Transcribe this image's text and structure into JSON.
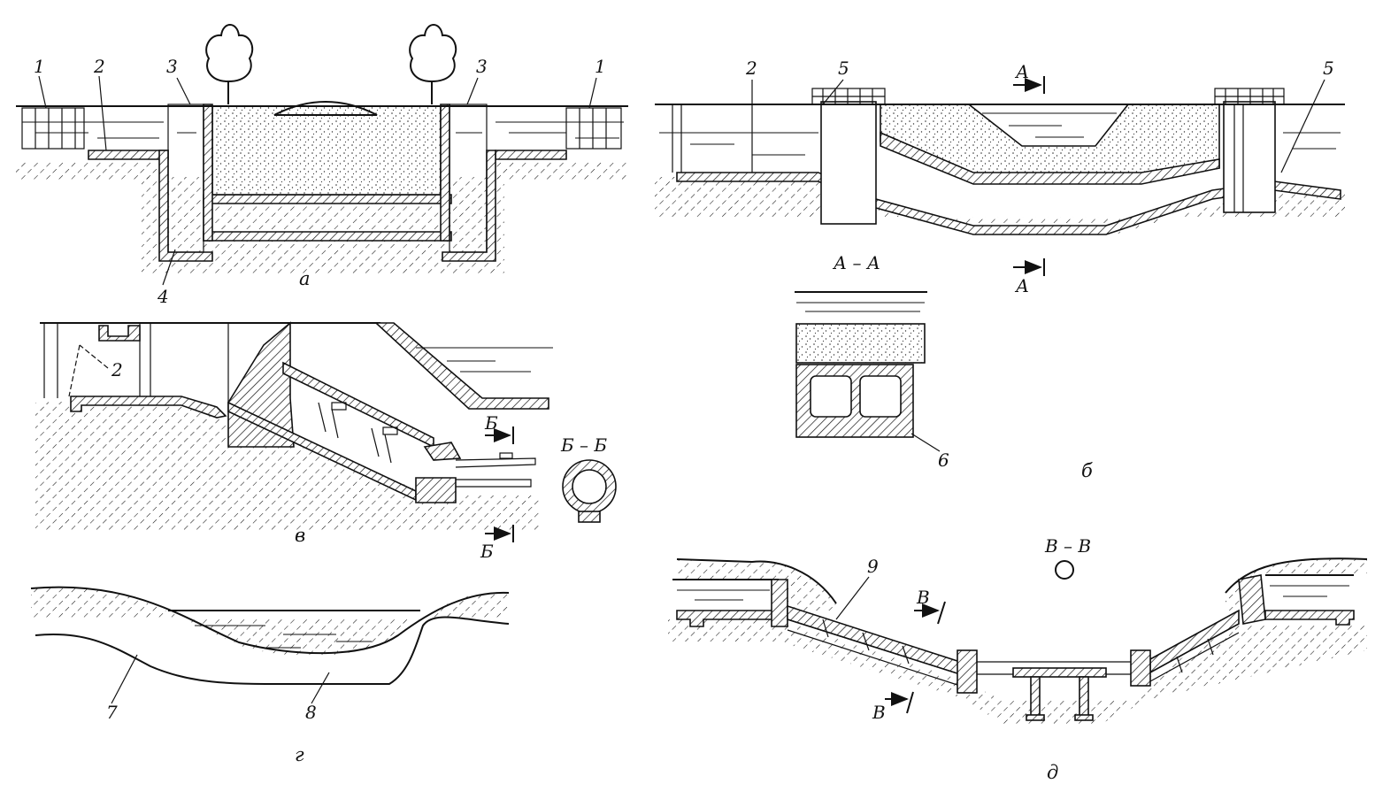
{
  "figure": {
    "panels": [
      {
        "id": "a",
        "caption": "а",
        "callouts": [
          "1",
          "2",
          "3",
          "3",
          "1",
          "4"
        ]
      },
      {
        "id": "b",
        "caption": "б",
        "callouts": [
          "2",
          "5",
          "5",
          "6"
        ],
        "section_marks": [
          "А",
          "А"
        ],
        "section_title": "А – А"
      },
      {
        "id": "v",
        "caption": "в",
        "callouts": [
          "2"
        ],
        "section_marks": [
          "Б",
          "Б"
        ],
        "section_title": "Б – Б"
      },
      {
        "id": "g",
        "caption": "г",
        "callouts": [
          "7",
          "8"
        ]
      },
      {
        "id": "d",
        "caption": "д",
        "callouts": [
          "9"
        ],
        "section_marks": [
          "В",
          "В"
        ],
        "section_title": "В – В"
      }
    ]
  }
}
